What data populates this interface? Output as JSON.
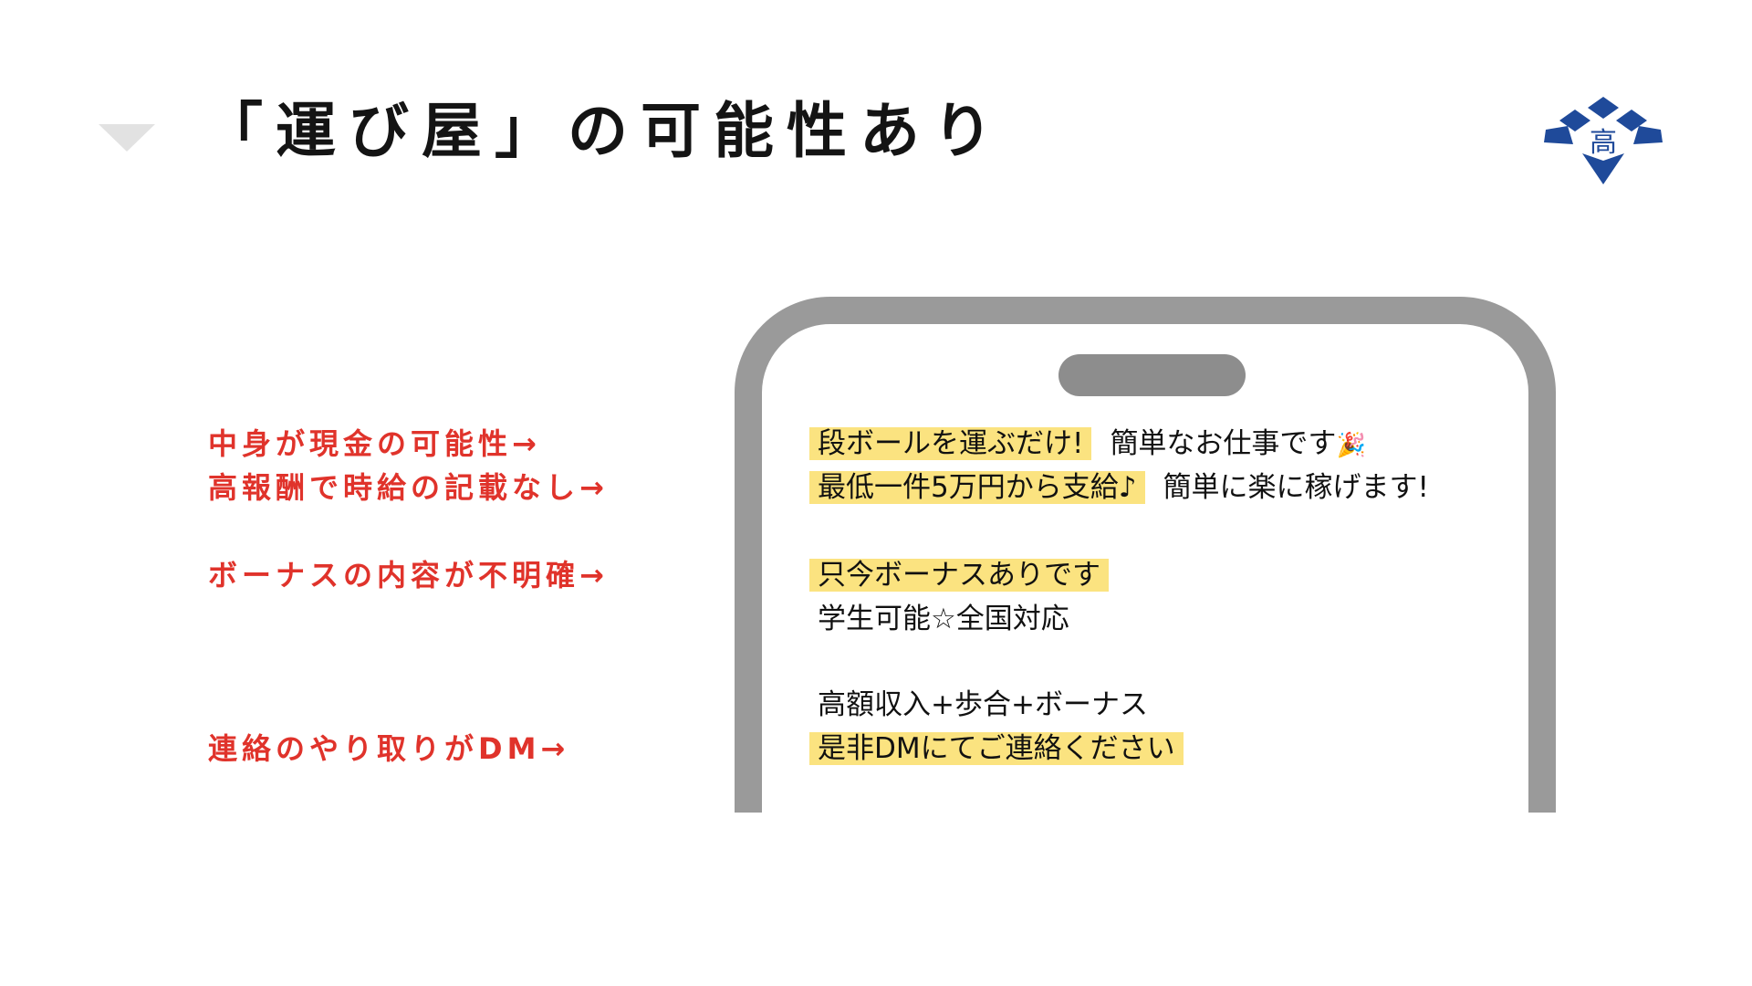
{
  "slide": {
    "title": "「運び屋」の可能性あり",
    "logo_glyph": "高",
    "colors": {
      "accent": "#e0332b",
      "highlight": "#fbe380",
      "logo_blue": "#1f4a9a",
      "phone_frame": "#9a9a9a"
    }
  },
  "annotations": [
    {
      "text": "中身が現金の可能性→"
    },
    {
      "text": "高報酬で時給の記載なし→"
    },
    {
      "text": "ボーナスの内容が不明確→"
    },
    {
      "text": "連絡のやり取りがDM→"
    }
  ],
  "post": {
    "lines": [
      {
        "highlight": "段ボールを運ぶだけ!",
        "plain": "簡単なお仕事です",
        "emoji": "🎉"
      },
      {
        "highlight": "最低一件5万円から支給♪",
        "plain": "簡単に楽に稼げます!"
      },
      {
        "highlight": "只今ボーナスありです",
        "plain": ""
      },
      {
        "highlight": "",
        "plain": "学生可能☆全国対応"
      },
      {
        "highlight": "",
        "plain": "高額収入+歩合+ボーナス"
      },
      {
        "highlight": "是非DMにてご連絡ください",
        "plain": ""
      }
    ]
  }
}
